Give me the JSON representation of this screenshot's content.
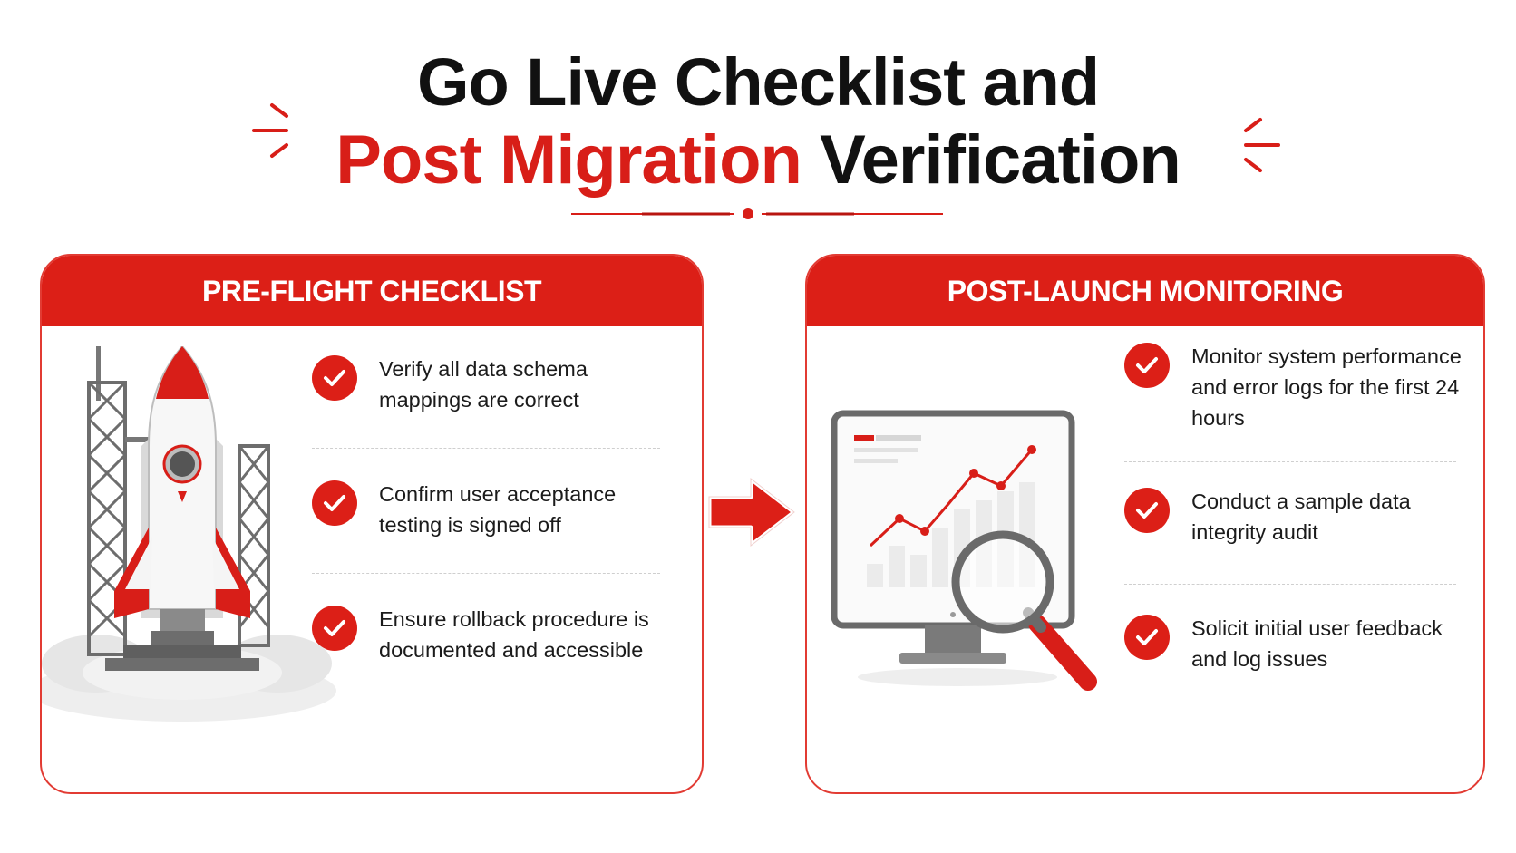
{
  "title": {
    "line1": "Go Live Checklist and",
    "line2_red": "Post Migration",
    "line2_dark": "Verification"
  },
  "colors": {
    "accent": "#dc1f17",
    "text": "#111111",
    "border": "#e23b33"
  },
  "left_card": {
    "header": "PRE-FLIGHT CHECKLIST",
    "illustration": "rocket-launch-icon",
    "items": [
      {
        "text": "Verify all data schema mappings are correct"
      },
      {
        "text": "Confirm user acceptance testing is signed off"
      },
      {
        "text": "Ensure rollback procedure is documented and accessible"
      }
    ]
  },
  "right_card": {
    "header": "POST-LAUNCH MONITORING",
    "illustration": "monitor-chart-magnifier-icon",
    "items": [
      {
        "text": "Monitor system performance and error logs for the first 24 hours"
      },
      {
        "text": "Conduct a sample data integrity audit"
      },
      {
        "text": "Solicit initial user feedback and log issues"
      }
    ]
  },
  "connector": "right-arrow-icon"
}
